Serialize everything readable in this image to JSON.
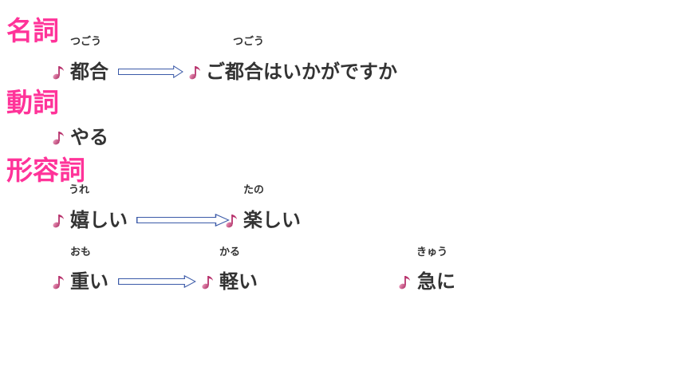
{
  "headings": {
    "noun": "名詞",
    "verb": "動詞",
    "adjective": "形容詞"
  },
  "noun": {
    "item1": {
      "ruby": "つごう",
      "text": "都合"
    },
    "item2": {
      "ruby": "つごう",
      "text": "ご都合はいかがですか"
    }
  },
  "verb": {
    "item1": {
      "text": "やる"
    }
  },
  "adjective": {
    "row1": {
      "item1": {
        "ruby": "うれ",
        "text": "嬉しい"
      },
      "item2": {
        "ruby": "たの",
        "text": "楽しい"
      }
    },
    "row2": {
      "item1": {
        "ruby": "おも",
        "text": "重い"
      },
      "item2": {
        "ruby": "かる",
        "text": "軽い"
      },
      "item3": {
        "ruby": "きゅう",
        "text": "急に"
      }
    }
  },
  "colors": {
    "heading": "#ff3399",
    "text": "#333333",
    "note_icon": "#c8407a",
    "arrow_stroke": "#3b5aa8"
  },
  "icons": {
    "bullet": "music-note-icon",
    "arrow": "right-arrow-icon"
  }
}
